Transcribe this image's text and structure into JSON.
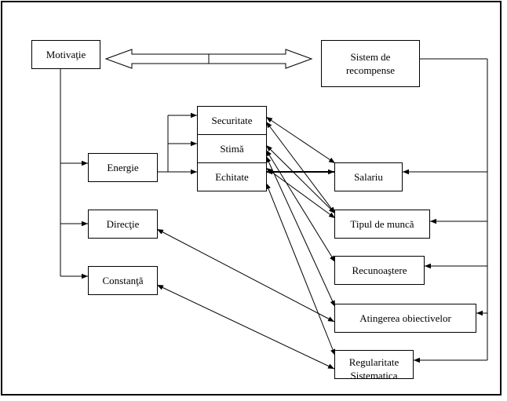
{
  "diagram": {
    "nodes": {
      "motivatie": "Motivaţie",
      "sistem_recompense": "Sistem de\nrecompense",
      "energie": "Energie",
      "directie": "Direcţie",
      "constanta": "Constanţă",
      "securitate": "Securitate",
      "stima": "Stimă",
      "echitate": "Echitate",
      "salariu": "Salariu",
      "tipul_de_munca": "Tipul de muncă",
      "recunoastere": "Recunoaştere",
      "atingerea_obiectivelor": "Atingerea obiectivelor",
      "regularitate": "Regularitate\nSistematica"
    },
    "colors": {
      "line": "#000000",
      "fill": "#ffffff"
    }
  }
}
